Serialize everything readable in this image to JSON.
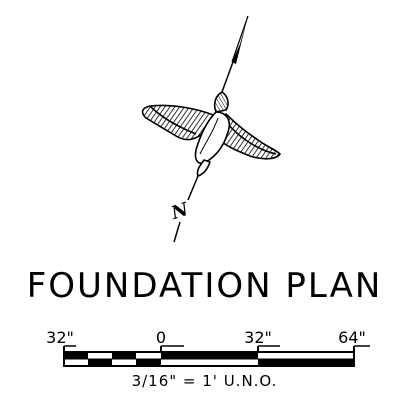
{
  "north_arrow": {
    "label": "N",
    "icon": "bird-north-arrow-icon"
  },
  "title": "FOUNDATION PLAN",
  "scale_bar": {
    "tick_labels": [
      "32\"",
      "0",
      "32\"",
      "64\""
    ],
    "note": "3/16\" = 1' U.N.O."
  }
}
